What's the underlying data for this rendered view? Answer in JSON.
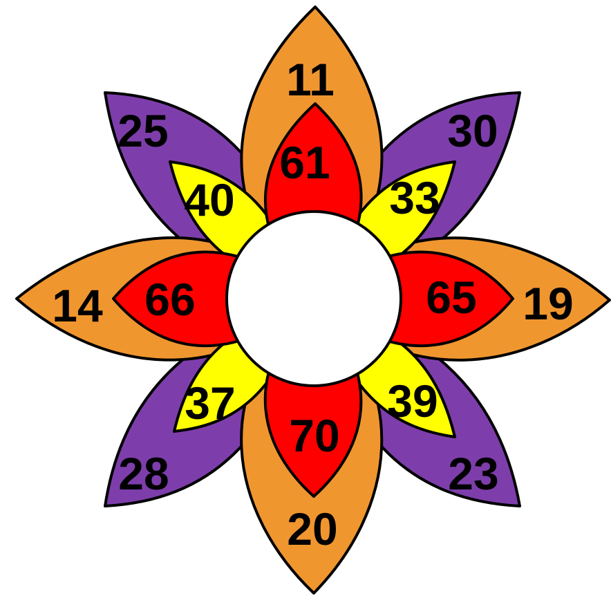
{
  "colors": {
    "orange": "#F0962F",
    "purple": "#7D3EAB",
    "yellow": "#FFFF00",
    "red": "#FF0000",
    "center": "#FFFFFF",
    "outline": "#000000"
  },
  "numbers": {
    "orange_top": "11",
    "orange_right": "19",
    "orange_bottom": "20",
    "orange_left": "14",
    "purple_top_left": "25",
    "purple_top_right": "30",
    "purple_bottom_left": "28",
    "purple_bottom_right": "23",
    "yellow_top_left": "40",
    "yellow_top_right": "33",
    "yellow_bottom_left": "37",
    "yellow_bottom_right": "39",
    "red_top": "61",
    "red_right": "65",
    "red_bottom": "70",
    "red_left": "66"
  }
}
